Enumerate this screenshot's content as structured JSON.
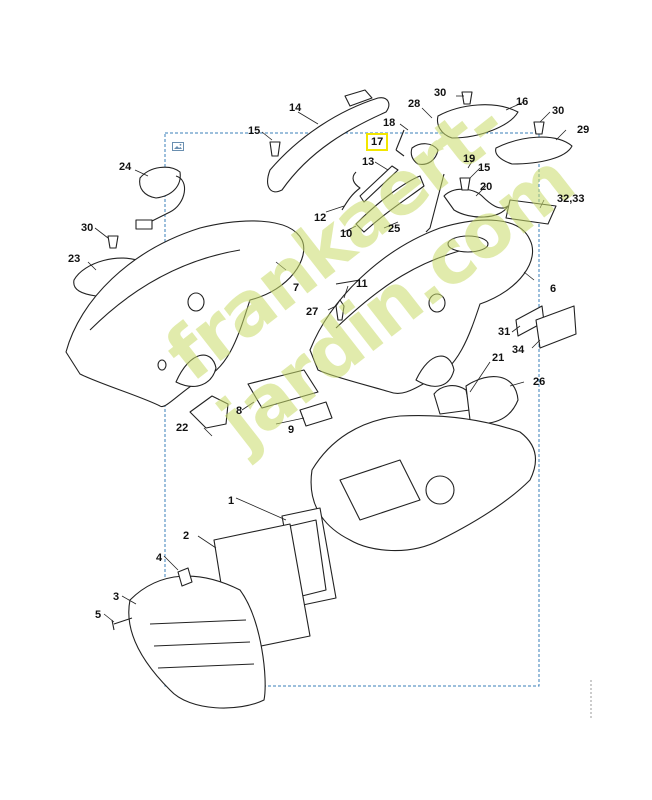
{
  "diagram": {
    "highlighted_part": "17",
    "watermark_text": "frankaert-jardin.com",
    "parts": [
      {
        "id": "p1",
        "label": "1"
      },
      {
        "id": "p2",
        "label": "2"
      },
      {
        "id": "p3",
        "label": "3"
      },
      {
        "id": "p4",
        "label": "4"
      },
      {
        "id": "p5",
        "label": "5"
      },
      {
        "id": "p6",
        "label": "6"
      },
      {
        "id": "p7",
        "label": "7"
      },
      {
        "id": "p8",
        "label": "8"
      },
      {
        "id": "p9",
        "label": "9"
      },
      {
        "id": "p10",
        "label": "10"
      },
      {
        "id": "p11",
        "label": "11"
      },
      {
        "id": "p12",
        "label": "12"
      },
      {
        "id": "p13",
        "label": "13"
      },
      {
        "id": "p14",
        "label": "14"
      },
      {
        "id": "p15a",
        "label": "15"
      },
      {
        "id": "p15b",
        "label": "15"
      },
      {
        "id": "p16",
        "label": "16"
      },
      {
        "id": "p17",
        "label": "17"
      },
      {
        "id": "p18",
        "label": "18"
      },
      {
        "id": "p19",
        "label": "19"
      },
      {
        "id": "p20",
        "label": "20"
      },
      {
        "id": "p21",
        "label": "21"
      },
      {
        "id": "p22",
        "label": "22"
      },
      {
        "id": "p23",
        "label": "23"
      },
      {
        "id": "p24",
        "label": "24"
      },
      {
        "id": "p25",
        "label": "25"
      },
      {
        "id": "p26",
        "label": "26"
      },
      {
        "id": "p27",
        "label": "27"
      },
      {
        "id": "p28",
        "label": "28"
      },
      {
        "id": "p29",
        "label": "29"
      },
      {
        "id": "p30a",
        "label": "30"
      },
      {
        "id": "p30b",
        "label": "30"
      },
      {
        "id": "p30c",
        "label": "30"
      },
      {
        "id": "p31",
        "label": "31"
      },
      {
        "id": "p32",
        "label": "32,33"
      },
      {
        "id": "p34",
        "label": "34"
      }
    ]
  }
}
